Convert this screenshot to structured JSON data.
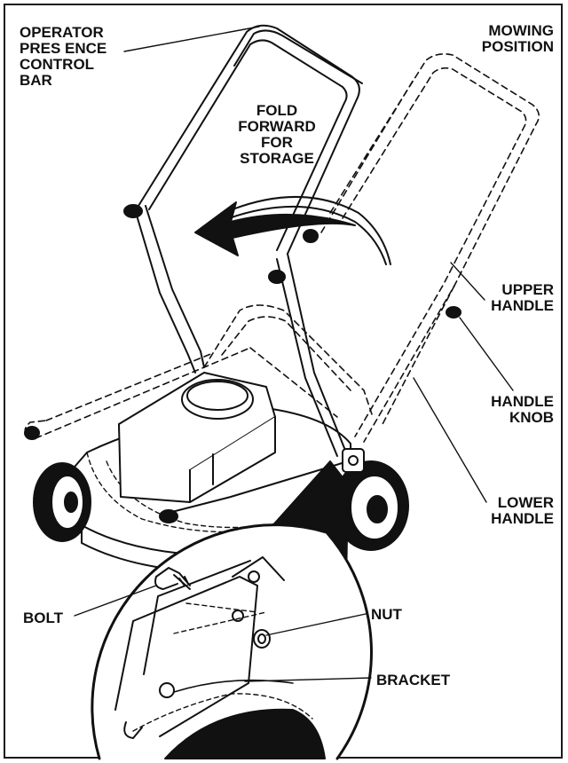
{
  "labels": {
    "operator_presence": "OPERATOR\nPRES ENCE\nCONTROL\nBAR",
    "mowing_position": "MOWING\nPOSITION",
    "fold_forward": "FOLD\nFORWARD\nFOR\nSTORAGE",
    "upper_handle": "UPPER\nHANDLE",
    "handle_knob": "HANDLE\nKNOB",
    "lower_handle": "LOWER\nHANDLE",
    "bolt": "BOLT",
    "nut": "NUT",
    "bracket": "BRACKET"
  },
  "colors": {
    "ink": "#111111",
    "paper": "#ffffff",
    "callout_fill": "#111111"
  }
}
